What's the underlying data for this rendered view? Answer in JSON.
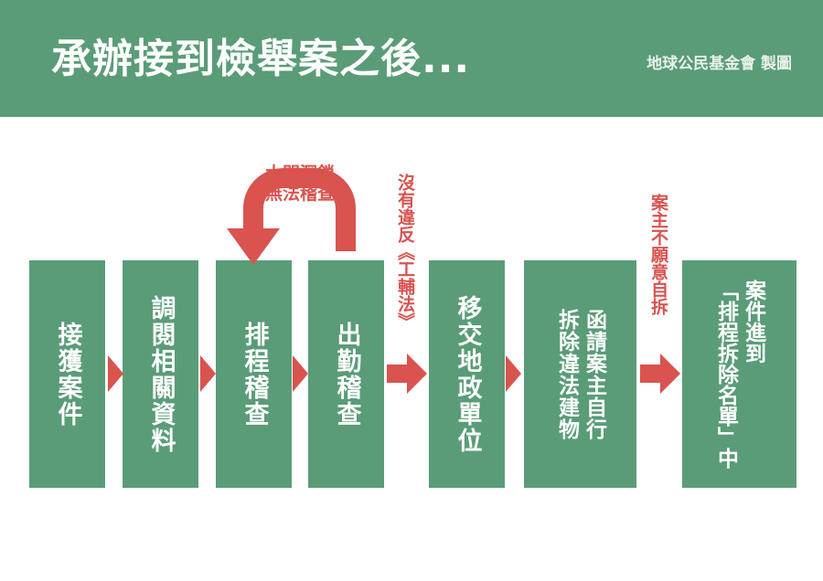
{
  "header": {
    "title": "承辦接到檢舉案之後...",
    "credit": "地球公民基金會 製圖"
  },
  "colors": {
    "box_green": "#5a9c78",
    "arrow_red": "#d9534f"
  },
  "steps": [
    {
      "label": "接獲案件"
    },
    {
      "label": "調閱相關資料"
    },
    {
      "label": "排程稽查"
    },
    {
      "label": "出勤稽查"
    },
    {
      "label": "移交地政單位"
    },
    {
      "label": "函請案主自行\n拆除違法建物"
    },
    {
      "label": "案件進到\n「排程拆除名單」中"
    }
  ],
  "notes": {
    "loop_line1": "大門深鎖",
    "loop_line2": "無法稽查",
    "no_violation": "沒有違反《工輔法》",
    "owner_refuses": "案主不願意自拆"
  }
}
